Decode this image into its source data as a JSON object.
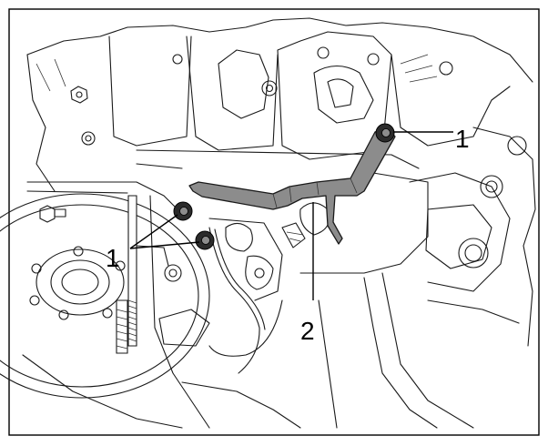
{
  "callouts": {
    "bolt_top_right": "1",
    "bolts_left": "1",
    "bracket": "2"
  },
  "colors": {
    "bracket_fill": "#8c8c8c",
    "line": "#1a1a1a",
    "background": "#ffffff"
  }
}
